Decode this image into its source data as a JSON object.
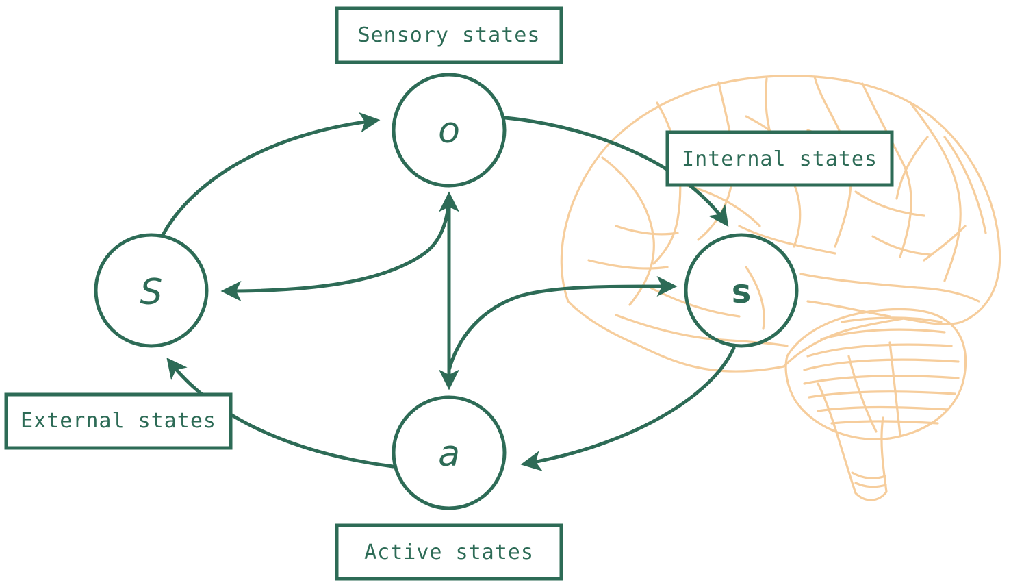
{
  "diagram": {
    "labels": {
      "sensory": "Sensory states",
      "internal": "Internal states",
      "external": "External states",
      "active": "Active states"
    },
    "nodes": {
      "o": "o",
      "S": "S",
      "s": "s",
      "a": "a"
    },
    "colors": {
      "stroke": "#2d6b56",
      "brain": "#f6cd9c",
      "background": "#ffffff"
    },
    "illustration": "brain-illustration"
  }
}
